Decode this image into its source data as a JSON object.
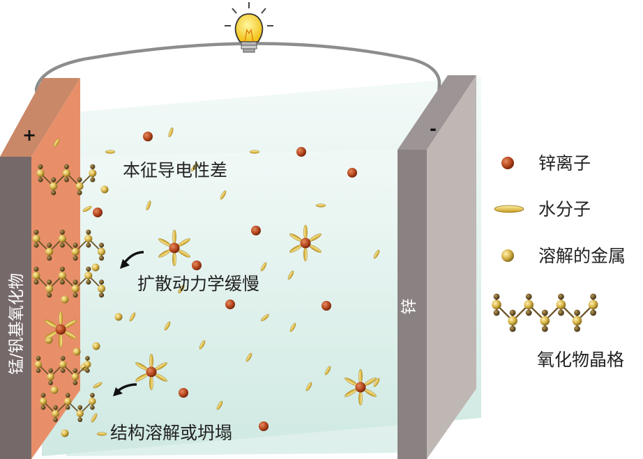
{
  "labels": {
    "poor_conductivity": "本征导电性差",
    "slow_kinetics": "扩散动力学缓慢",
    "dissolution": "结构溶解或坍塌",
    "cathode": "锰/钒基氧化物",
    "anode": "锌",
    "positive": "+",
    "negative": "-"
  },
  "legend": {
    "zinc_ion": "锌离子",
    "water": "水分子",
    "dissolved_metal": "溶解的金属",
    "lattice": "氧化物晶格"
  },
  "colors": {
    "zinc_ion": "#b5461d",
    "water": "#e8c23a",
    "metal": "#d7b347",
    "cathode_face": "#e8906e",
    "cathode_side": "#7a6a6a",
    "anode_face": "#8a8282",
    "anode_front": "#bfb7b4",
    "electrolyte": "#e3f3ef",
    "wire": "#9a9a9a"
  }
}
